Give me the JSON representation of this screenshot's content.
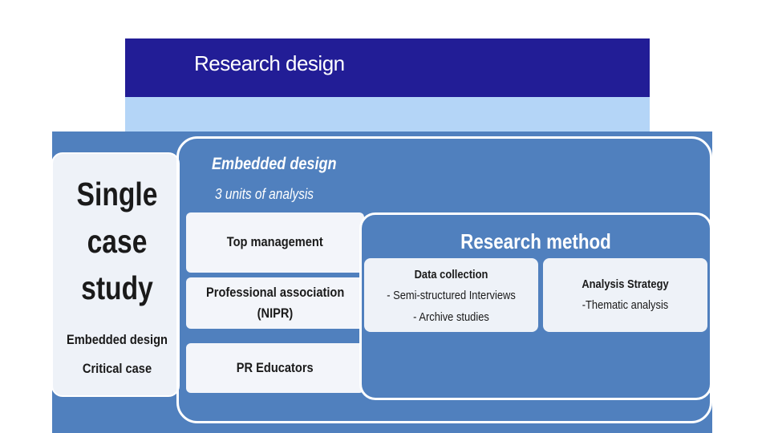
{
  "header": {
    "title": "Research design"
  },
  "left_panel": {
    "title_lines": [
      "Single",
      "case",
      "study"
    ],
    "subtitle_lines": [
      "Embedded design",
      "Critical case"
    ]
  },
  "embedded": {
    "title": "Embedded design",
    "subtitle": "3 units of analysis",
    "units": [
      {
        "lines": [
          "Top management"
        ]
      },
      {
        "lines": [
          "Professional association",
          "(NIPR)"
        ]
      },
      {
        "lines": [
          "PR Educators"
        ]
      }
    ]
  },
  "research_method": {
    "title": "Research method",
    "data_collection": {
      "heading": "Data collection",
      "items": [
        "- Semi-structured Interviews",
        "- Archive studies"
      ]
    },
    "analysis_strategy": {
      "heading": "Analysis Strategy",
      "items": [
        "-Thematic analysis"
      ]
    }
  },
  "colors": {
    "title_bar": "#221d96",
    "light_band": "#b4d5f7",
    "panel": "#5080be",
    "card": "#eef2f8"
  }
}
